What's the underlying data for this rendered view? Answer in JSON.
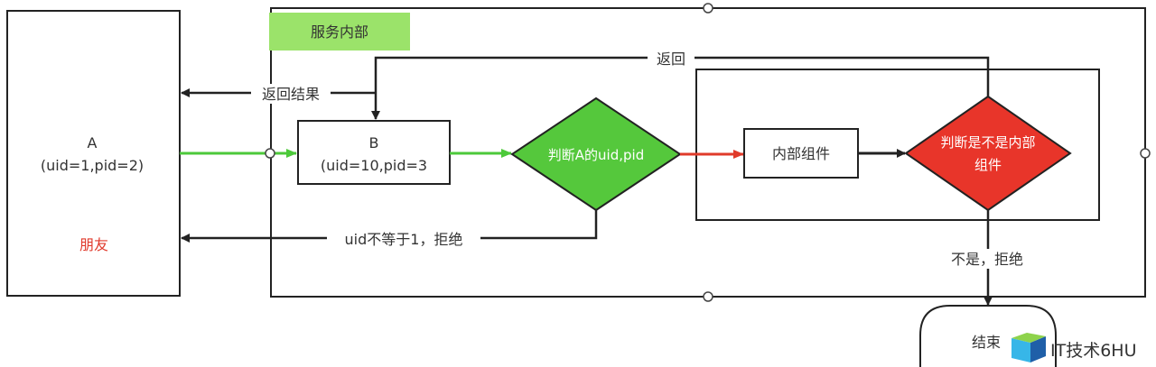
{
  "service_area": {
    "label": "服务内部"
  },
  "node_a": {
    "line1": "A",
    "line2": "(uid=1,pid=2)",
    "relation": "朋友"
  },
  "node_b": {
    "line1": "B",
    "line2": "(uid=10,pid=3"
  },
  "decision_uid": {
    "label": "判断A的uid,pid"
  },
  "internal_component": {
    "label": "内部组件"
  },
  "decision_internal": {
    "line1": "判断是不是内部",
    "line2": "组件"
  },
  "end_node": {
    "label": "结束"
  },
  "edges": {
    "return_result": "返回结果",
    "return": "返回",
    "uid_reject": "uid不等于1，拒绝",
    "not_reject": "不是，拒绝"
  },
  "watermark": {
    "text": "IT技术6HU"
  },
  "colors": {
    "service_label_fill": "#9be36a",
    "green_decision": "#55c83c",
    "red_decision": "#e8352a",
    "green_arrow": "#4cc93a",
    "red_arrow": "#e03a2a",
    "relation_text": "#e0392b",
    "line": "#222222"
  }
}
